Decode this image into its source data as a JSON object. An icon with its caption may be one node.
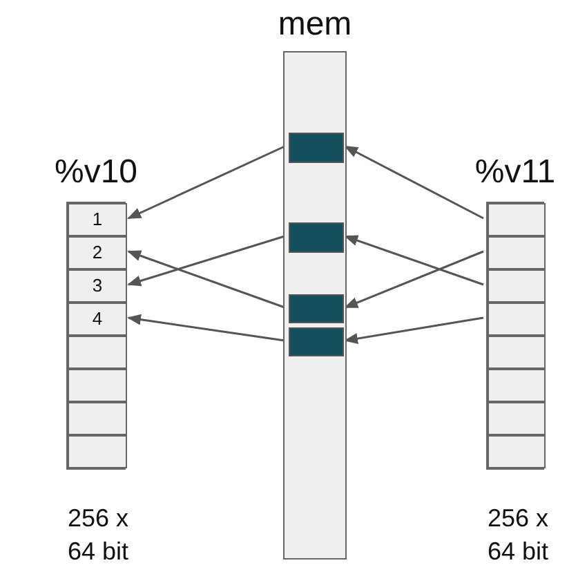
{
  "diagram": {
    "nodes": [
      {
        "text": [
          "mem"
        ]
      },
      {
        "text": [],
        "shape": "box",
        "in": 0
      },
      {
        "text": [],
        "shape": "box",
        "in": 0
      },
      {
        "text": [],
        "shape": "box",
        "in": 0
      },
      {
        "text": [],
        "shape": "box",
        "in": 0
      },
      {
        "text": [
          "%v10"
        ],
        "beside": [
          "256 x 64 bit"
        ]
      },
      {
        "text": [
          "1"
        ],
        "in": 5
      },
      {
        "text": [
          "2"
        ],
        "in": 5
      },
      {
        "text": [
          "3"
        ],
        "in": 5
      },
      {
        "text": [
          "4"
        ],
        "in": 5
      },
      {
        "text": [],
        "shape": "box",
        "in": 5
      },
      {
        "text": [],
        "shape": "box",
        "in": 5
      },
      {
        "text": [],
        "shape": "box",
        "in": 5
      },
      {
        "text": [],
        "shape": "box",
        "in": 5
      },
      {
        "text": [
          "%v11"
        ],
        "beside": [
          "256 x 64 bit"
        ]
      },
      {
        "text": [],
        "shape": "box",
        "in": 14
      },
      {
        "text": [],
        "shape": "box",
        "in": 14
      },
      {
        "text": [],
        "shape": "box",
        "in": 14
      },
      {
        "text": [],
        "shape": "box",
        "in": 14
      },
      {
        "text": [],
        "shape": "box",
        "in": 14
      },
      {
        "text": [],
        "shape": "box",
        "in": 14
      },
      {
        "text": [],
        "shape": "box",
        "in": 14
      },
      {
        "text": [],
        "shape": "box",
        "in": 14
      }
    ],
    "edges": [
      {
        "from": 1,
        "to": 6,
        "arrow": "to"
      },
      {
        "from": 2,
        "to": 8,
        "arrow": "to"
      },
      {
        "from": 3,
        "to": 7,
        "arrow": "to"
      },
      {
        "from": 4,
        "to": 9,
        "arrow": "to"
      },
      {
        "from": 15,
        "to": 1,
        "arrow": "to"
      },
      {
        "from": 17,
        "to": 2,
        "arrow": "to"
      },
      {
        "from": 16,
        "to": 3,
        "arrow": "to"
      },
      {
        "from": 18,
        "to": 4,
        "arrow": "to"
      }
    ]
  }
}
